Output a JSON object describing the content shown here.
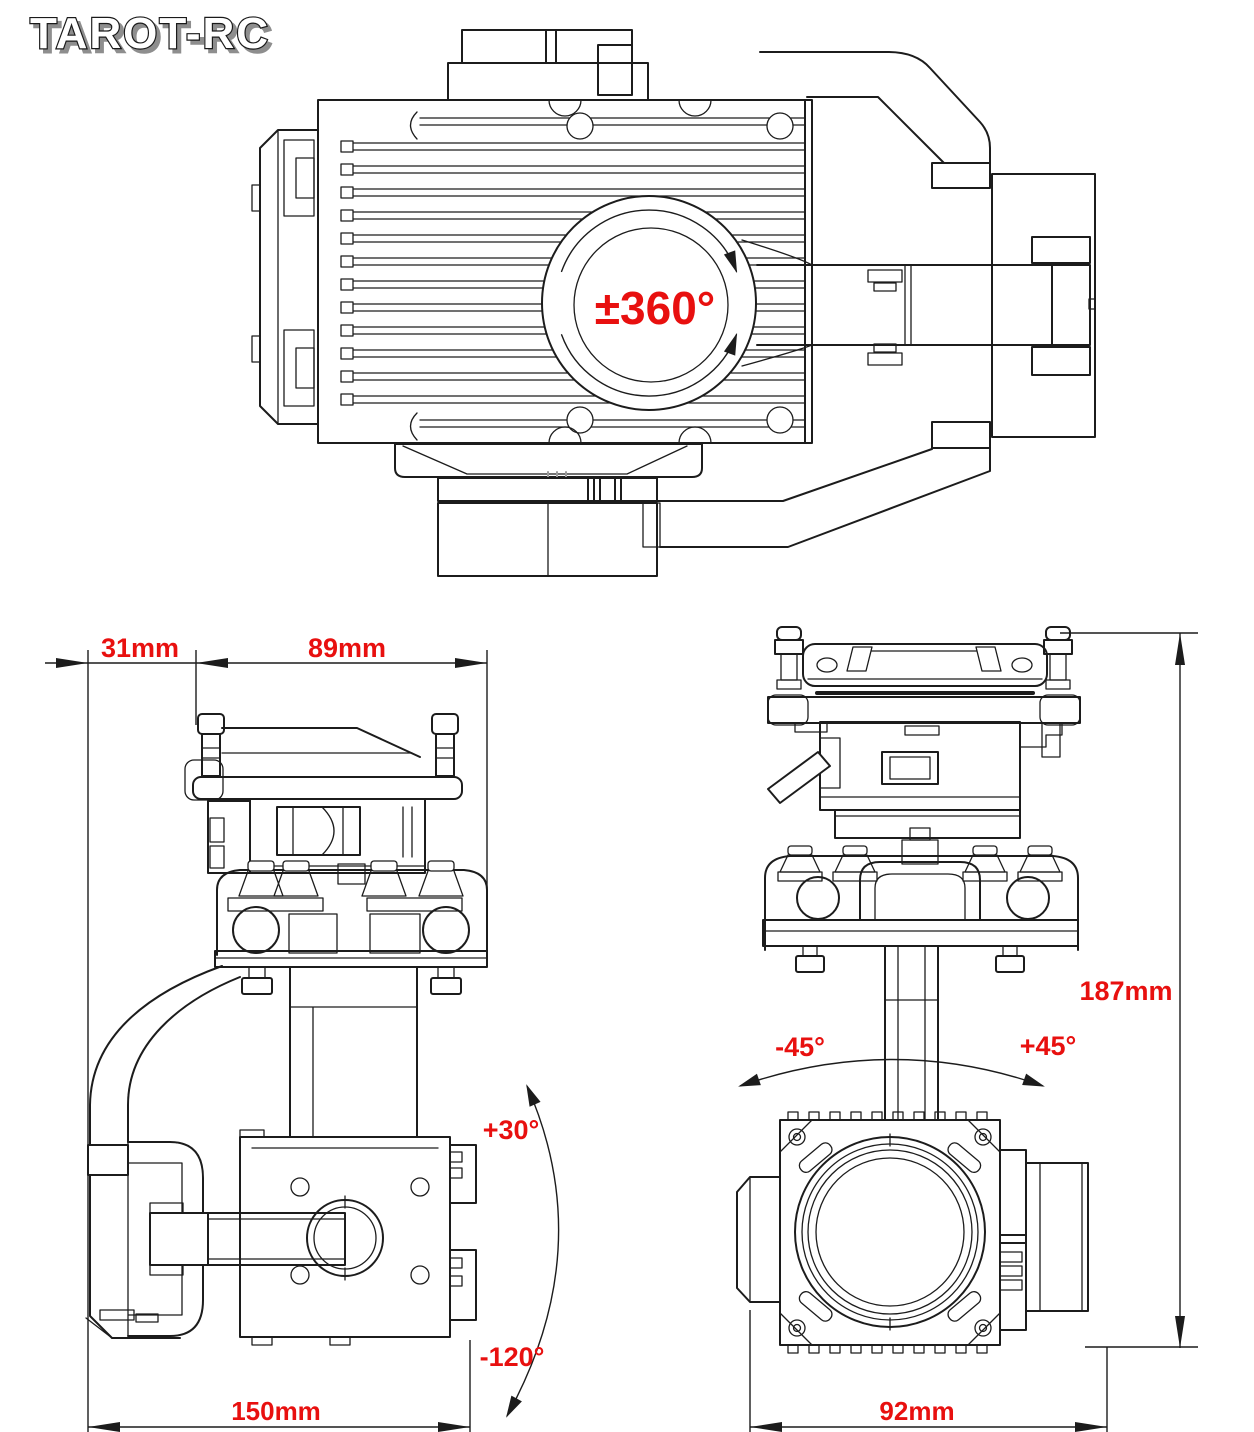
{
  "logo": {
    "brand": "TAROT-RC"
  },
  "colors": {
    "annotation_red": "#e8100f",
    "line_black": "#1c1c1c",
    "background": "#ffffff"
  },
  "top_view": {
    "yaw_range_label": "±360°"
  },
  "side_view": {
    "dim_offset": "31mm",
    "dim_top_width": "89mm",
    "dim_length": "150mm",
    "angle_up": "+30°",
    "angle_down": "-120°"
  },
  "front_view": {
    "dim_height": "187mm",
    "dim_width": "92mm",
    "angle_left": "-45°",
    "angle_right": "+45°"
  }
}
